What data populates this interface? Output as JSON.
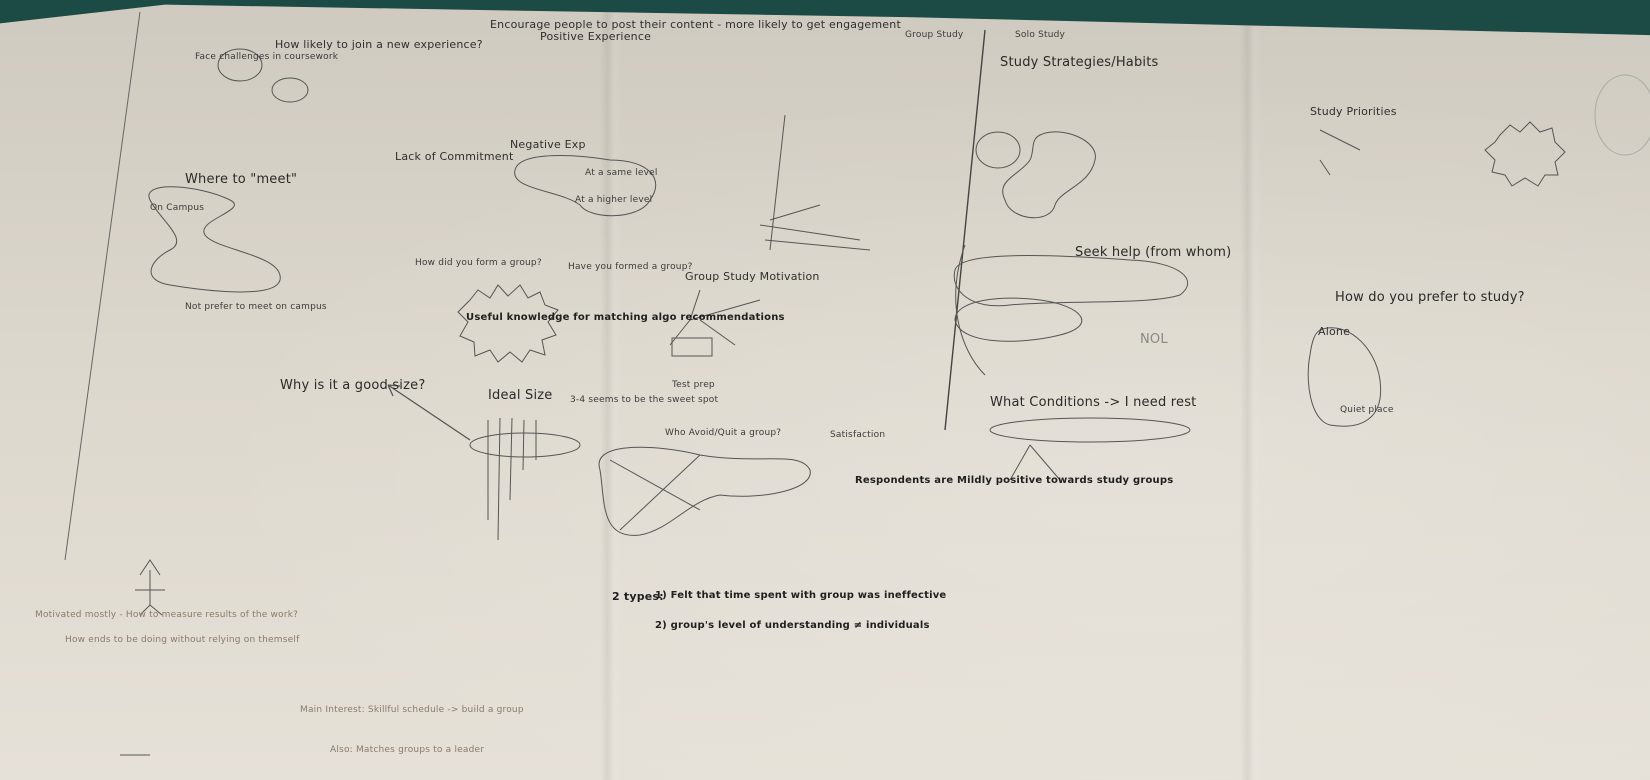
{
  "notes": {
    "title_top": "Encourage people to post their content - more likely to get engagement",
    "peer_exp": "Positive Experience",
    "challenge": "Face challenges in coursework",
    "how_likely": "How likely to join a new experience?",
    "where_to_meet": "Where to \"meet\"",
    "on_campus": "On Campus",
    "not_prefer_campus": "Not prefer to meet on campus",
    "lack_commitment": "Lack of Commitment",
    "negative_exp": "Negative Exp",
    "same_level": "At a same level",
    "higher_level": "At a higher level",
    "how_did_form": "How did you form a group?",
    "how_form": "Have you formed a group?",
    "useful_knowledge": "Useful knowledge for matching algo recommendations",
    "group_study_motivation": "Group Study Motivation",
    "test_prep": "Test prep",
    "why_good_size": "Why is it a good size?",
    "ideal_size": "Ideal Size",
    "three_four": "3-4 seems to be the sweet spot",
    "who_avoid": "Who Avoid/Quit a group?",
    "two_types": "2 types:",
    "type1": "1) Felt that time spent with group was ineffective",
    "type2": "2) group's level of understanding ≠ individuals",
    "satisfaction": "Satisfaction",
    "respondents": "Respondents are Mildly positive towards study groups",
    "group_study": "Group Study",
    "solo_study": "Solo Study",
    "strategies": "Study Strategies/Habits",
    "study_priority": "Study Priorities",
    "how_prefer": "How do you prefer to study?",
    "alone": "Alone",
    "quiet_place": "Quiet place",
    "seek_help": "Seek help (from whom)",
    "nol": "NOL",
    "what_conditions": "What Conditions -> I need rest",
    "red_note1": "Motivated mostly - How to measure results of the work?",
    "red_note2": "How ends to be doing without relying on themself",
    "red_note3": "Main Interest: Skillful schedule -> build a group",
    "red_note4": "Also: Matches groups to a leader"
  }
}
